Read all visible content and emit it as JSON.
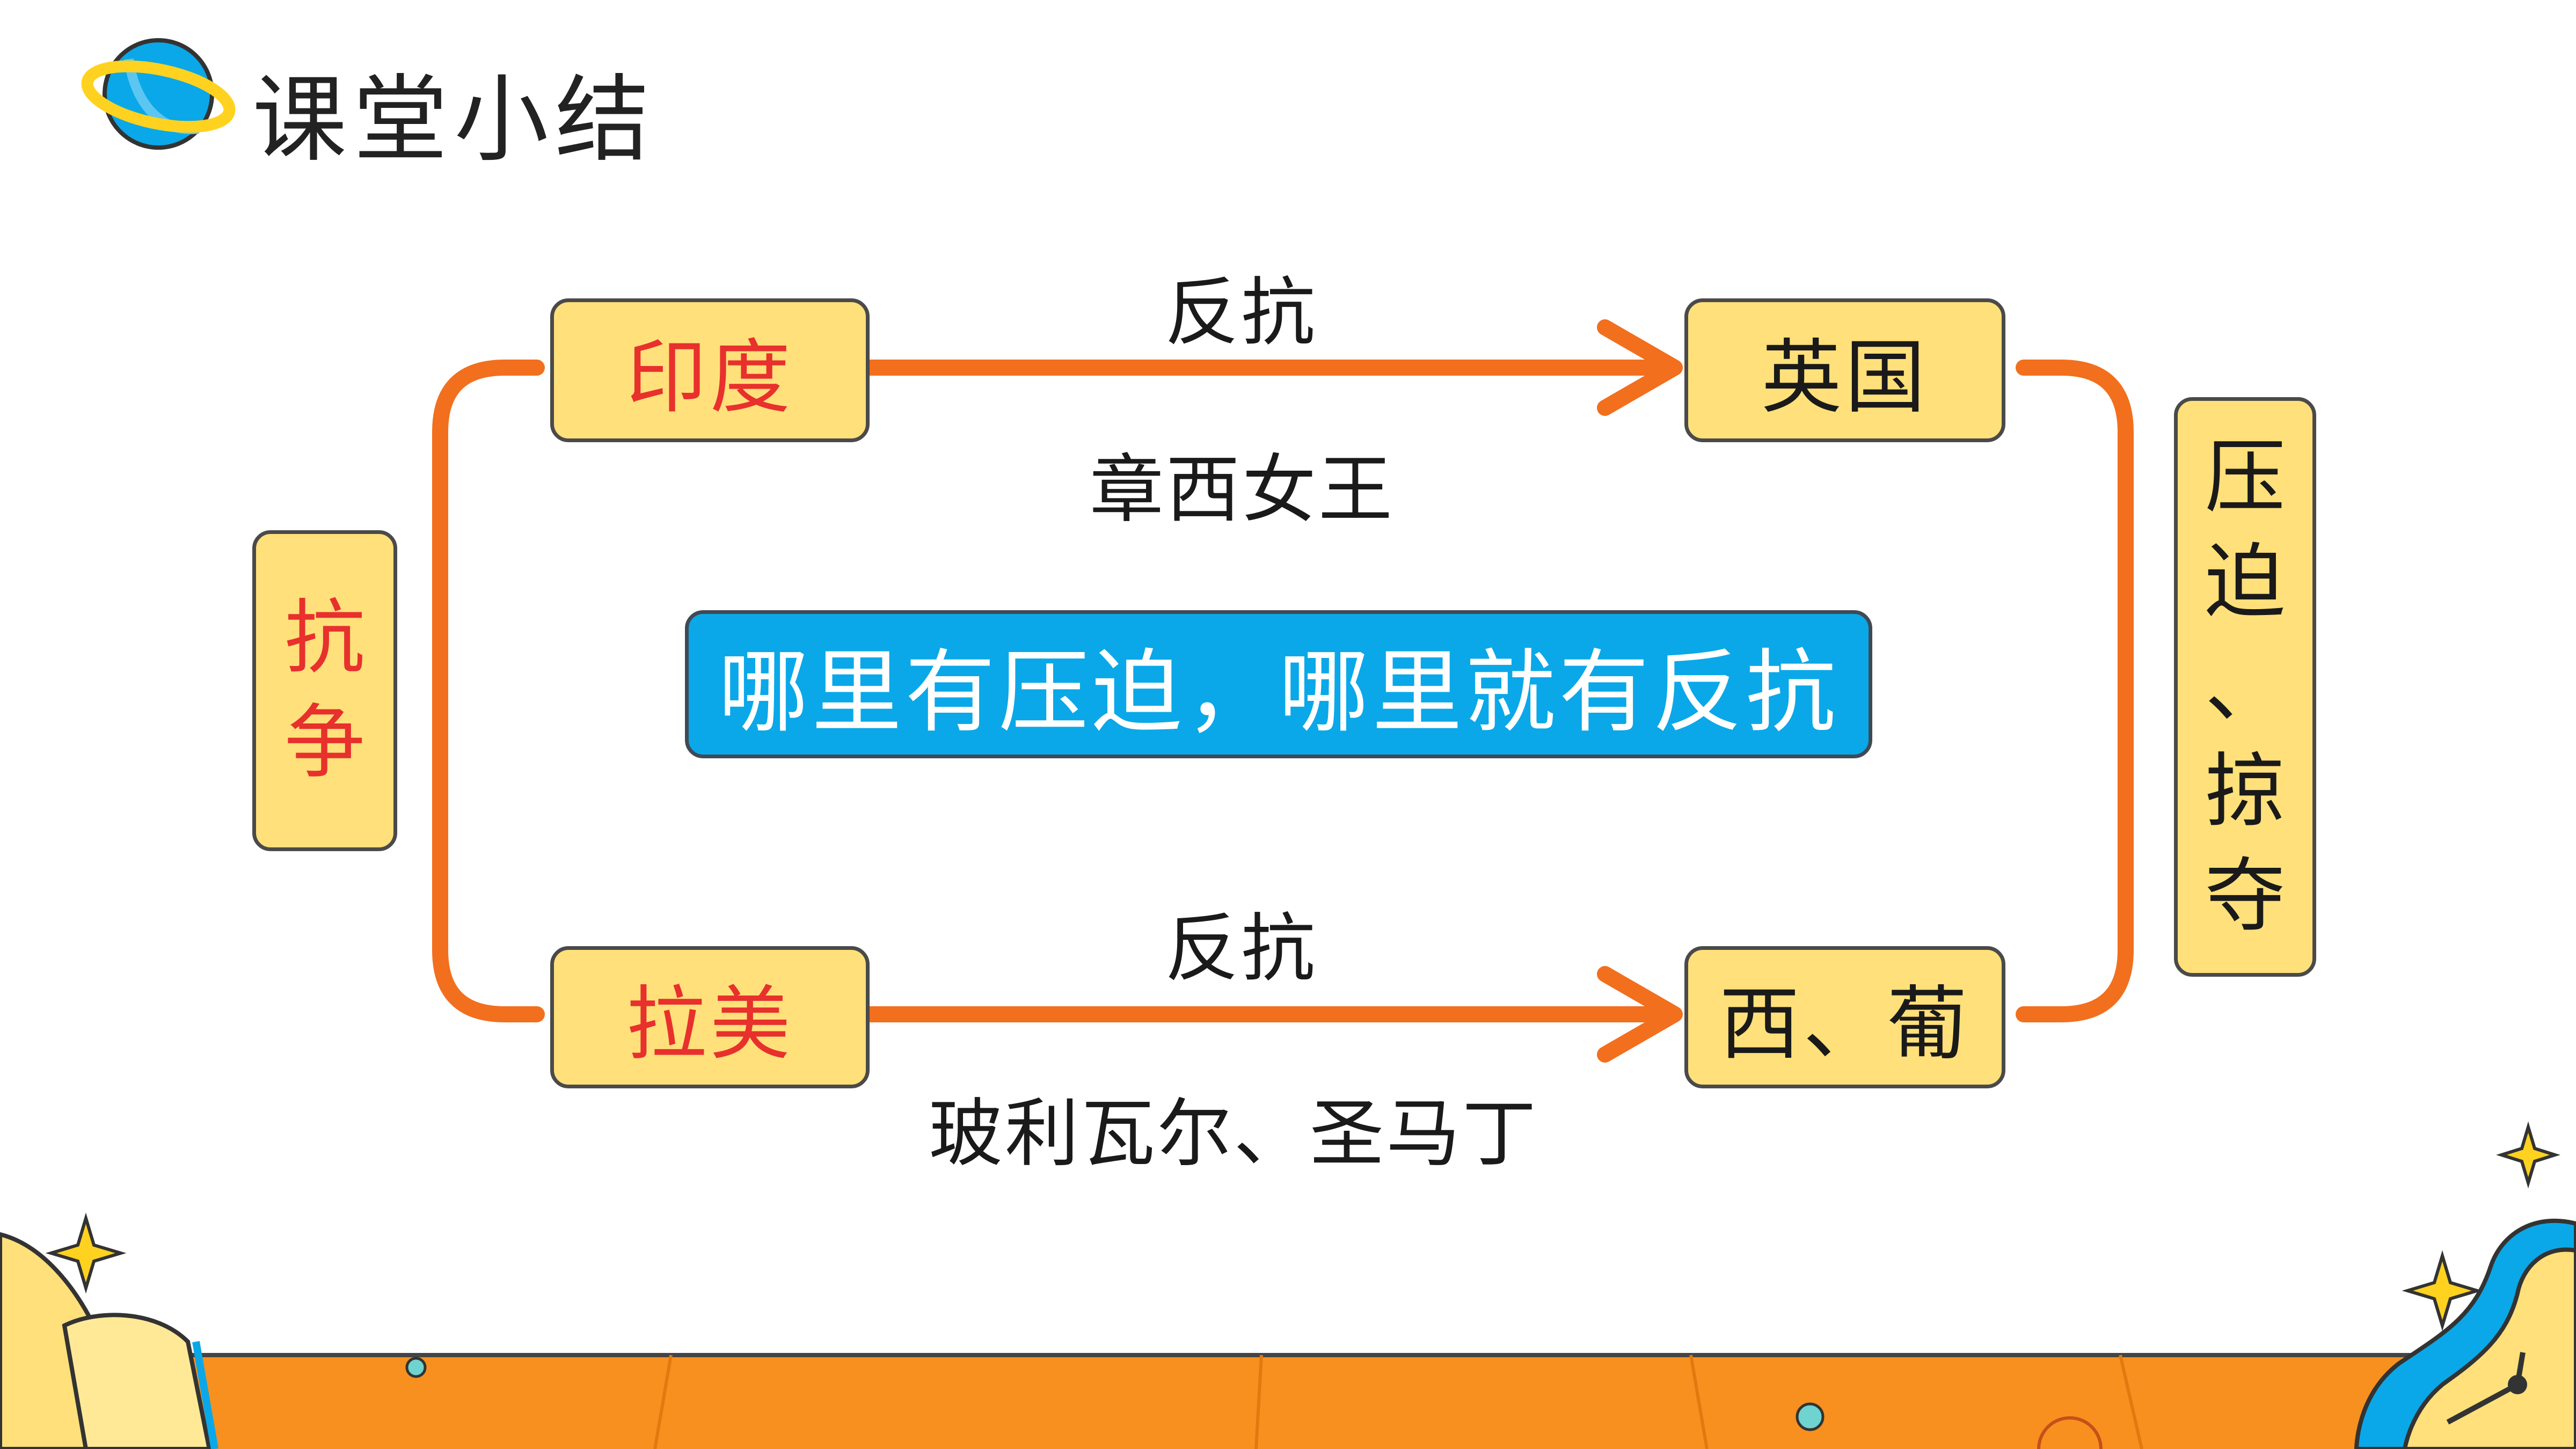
{
  "header": {
    "title": "课堂小结",
    "icon": "planet-icon"
  },
  "diagram": {
    "nodes": {
      "india": "印度",
      "britain": "英国",
      "latin_america": "拉美",
      "spain_portugal": "西、葡"
    },
    "side_labels": {
      "left_chars": [
        "抗",
        "争"
      ],
      "right_chars": [
        "压",
        "迫",
        "、",
        "掠",
        "夺"
      ]
    },
    "edges": {
      "top_action": "反抗",
      "top_person": "章西女王",
      "bottom_action": "反抗",
      "bottom_person": "玻利瓦尔、圣马丁"
    },
    "center_slogan": "哪里有压迫，哪里就有反抗"
  },
  "colors": {
    "node_fill": "#FFE07A",
    "arrow": "#F26F1E",
    "highlight_text": "#E8302D",
    "slogan_bg": "#0AA8E8",
    "footer": "#F7901E"
  }
}
